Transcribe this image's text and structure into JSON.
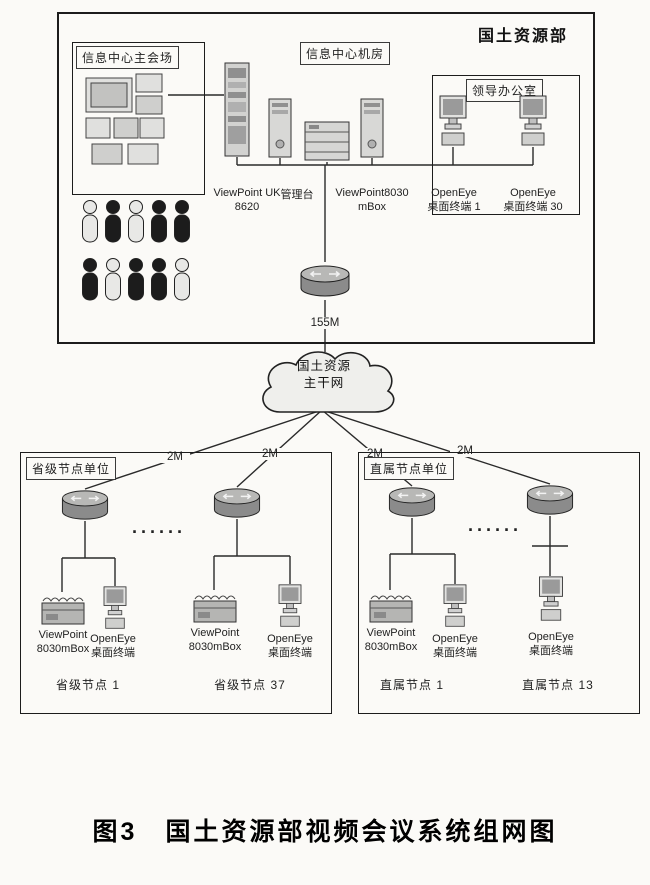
{
  "ministry_box": {
    "title": "国土资源部",
    "main_venue": {
      "label": "信息中心主会场"
    },
    "machine_room": {
      "label": "信息中心机房",
      "devices": [
        {
          "label": "ViewPoint UK\n8620"
        },
        {
          "label": "管理台"
        },
        {
          "label": "ViewPoint8030\nmBox"
        }
      ]
    },
    "leader_office": {
      "label": "领导办公室",
      "devices": [
        {
          "label": "OpenEye\n桌面终端 1"
        },
        {
          "label": "OpenEye\n桌面终端 30"
        }
      ]
    },
    "uplink_label": "155M"
  },
  "backbone_cloud": {
    "label": "国土资源\n主干网"
  },
  "links": {
    "branch_labels": [
      "2M",
      "2M",
      "2M",
      "2M"
    ]
  },
  "provincial_box": {
    "title": "省级节点单位",
    "ellipsis": "······",
    "nodes": [
      {
        "name": "省级节点 1",
        "devices": [
          {
            "label": "ViewPoint\n8030mBox"
          },
          {
            "label": "OpenEye\n桌面终端"
          }
        ]
      },
      {
        "name": "省级节点 37",
        "devices": [
          {
            "label": "ViewPoint\n8030mBox"
          },
          {
            "label": "OpenEye\n桌面终端"
          }
        ]
      }
    ]
  },
  "direct_box": {
    "title": "直属节点单位",
    "ellipsis": "······",
    "nodes": [
      {
        "name": "直属节点 1",
        "devices": [
          {
            "label": "ViewPoint\n8030mBox"
          },
          {
            "label": "OpenEye\n桌面终端"
          }
        ]
      },
      {
        "name": "直属节点 13",
        "devices": [
          {
            "label": "OpenEye\n桌面终端"
          }
        ]
      }
    ]
  },
  "caption": "图3　国土资源部视频会议系统组网图"
}
